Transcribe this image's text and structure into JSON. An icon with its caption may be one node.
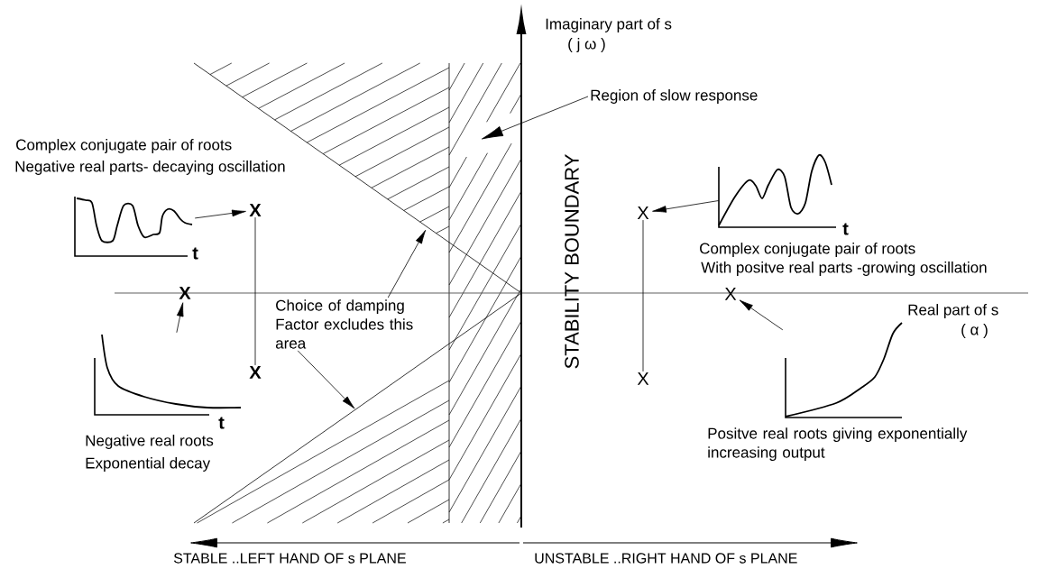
{
  "diagram": {
    "nodes": [
      {
        "text": [
          "Region of slow response"
        ]
      },
      {
        "text": [
          "X"
        ]
      },
      {
        "text": [],
        "shape": "picture",
        "beside": [
          "Complex conjugate pair of roots",
          "Negative real parts- decaying oscillation",
          "t"
        ]
      },
      {
        "text": [
          "X"
        ]
      },
      {
        "text": [],
        "shape": "picture",
        "beside": [
          "t",
          "Complex conjugate pair of roots",
          "With positve real parts -growing oscillation"
        ]
      },
      {
        "text": [
          "Choice of damping Factor excludes this area"
        ]
      },
      {
        "text": [
          "X"
        ]
      },
      {
        "text": [
          "X"
        ]
      },
      {
        "text": [],
        "shape": "picture",
        "beside": [
          "t",
          "Negative real roots",
          "Exponential decay"
        ]
      },
      {
        "text": [
          "X"
        ]
      },
      {
        "text": [
          "X"
        ]
      },
      {
        "text": [],
        "shape": "picture",
        "beside": [
          "Positve real roots giving exponentially increasing output"
        ]
      }
    ],
    "edges": [
      {
        "from": 0,
        "to": null,
        "arrow": "to"
      },
      {
        "from": 2,
        "to": 1,
        "arrow": "to"
      },
      {
        "from": 4,
        "to": 3,
        "arrow": "to"
      },
      {
        "from": 5,
        "to": null,
        "arrow": "to"
      },
      {
        "from": 5,
        "to": null,
        "arrow": "to"
      },
      {
        "from": 8,
        "to": 6,
        "arrow": "to"
      },
      {
        "from": 11,
        "to": 7,
        "arrow": "to"
      },
      {
        "from": 1,
        "to": 9,
        "arrow": "none"
      },
      {
        "from": 3,
        "to": 10,
        "arrow": "none"
      }
    ],
    "labels": [
      "Imaginary part of s",
      "( j ω )",
      "STABILITY BOUNDARY",
      "Real part of s",
      "( α )",
      "STABLE ..LEFT HAND OF s PLANE",
      "UNSTABLE ..RIGHT HAND OF s PLANE"
    ]
  }
}
